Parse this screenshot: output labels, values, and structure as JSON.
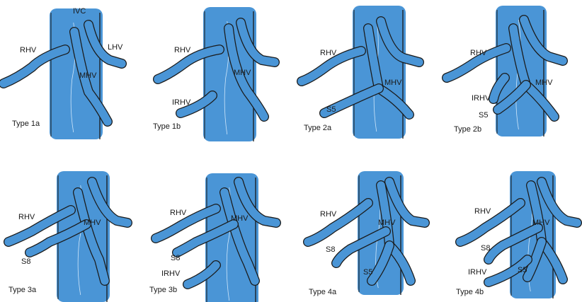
{
  "colors": {
    "vessel": "#4a95d6",
    "vessel_light": "#7ab8ea",
    "outline": "#1a1a1a"
  },
  "panels": [
    {
      "type": "Type 1a",
      "labels": {
        "ivc": "IVC",
        "rhv": "RHV",
        "mhv": "MHV",
        "lhv": "LHV"
      }
    },
    {
      "type": "Type 1b",
      "labels": {
        "rhv": "RHV",
        "mhv": "MHV",
        "irhv": "IRHV"
      }
    },
    {
      "type": "Type 2a",
      "labels": {
        "rhv": "RHV",
        "mhv": "MHV",
        "s5": "S5"
      }
    },
    {
      "type": "Type 2b",
      "labels": {
        "rhv": "RHV",
        "mhv": "MHV",
        "irhv": "IRHV",
        "s5": "S5"
      }
    },
    {
      "type": "Type 3a",
      "labels": {
        "rhv": "RHV",
        "mhv": "MHV",
        "s8": "S8"
      }
    },
    {
      "type": "Type 3b",
      "labels": {
        "rhv": "RHV",
        "mhv": "MHV",
        "s8": "S8",
        "irhv": "IRHV"
      }
    },
    {
      "type": "Type 4a",
      "labels": {
        "rhv": "RHV",
        "mhv": "MHV",
        "s8": "S8",
        "s5": "S5"
      }
    },
    {
      "type": "Type 4b",
      "labels": {
        "rhv": "RHV",
        "mhv": "MHV",
        "s8": "S8",
        "irhv": "IRHV",
        "s5": "S5"
      }
    }
  ]
}
